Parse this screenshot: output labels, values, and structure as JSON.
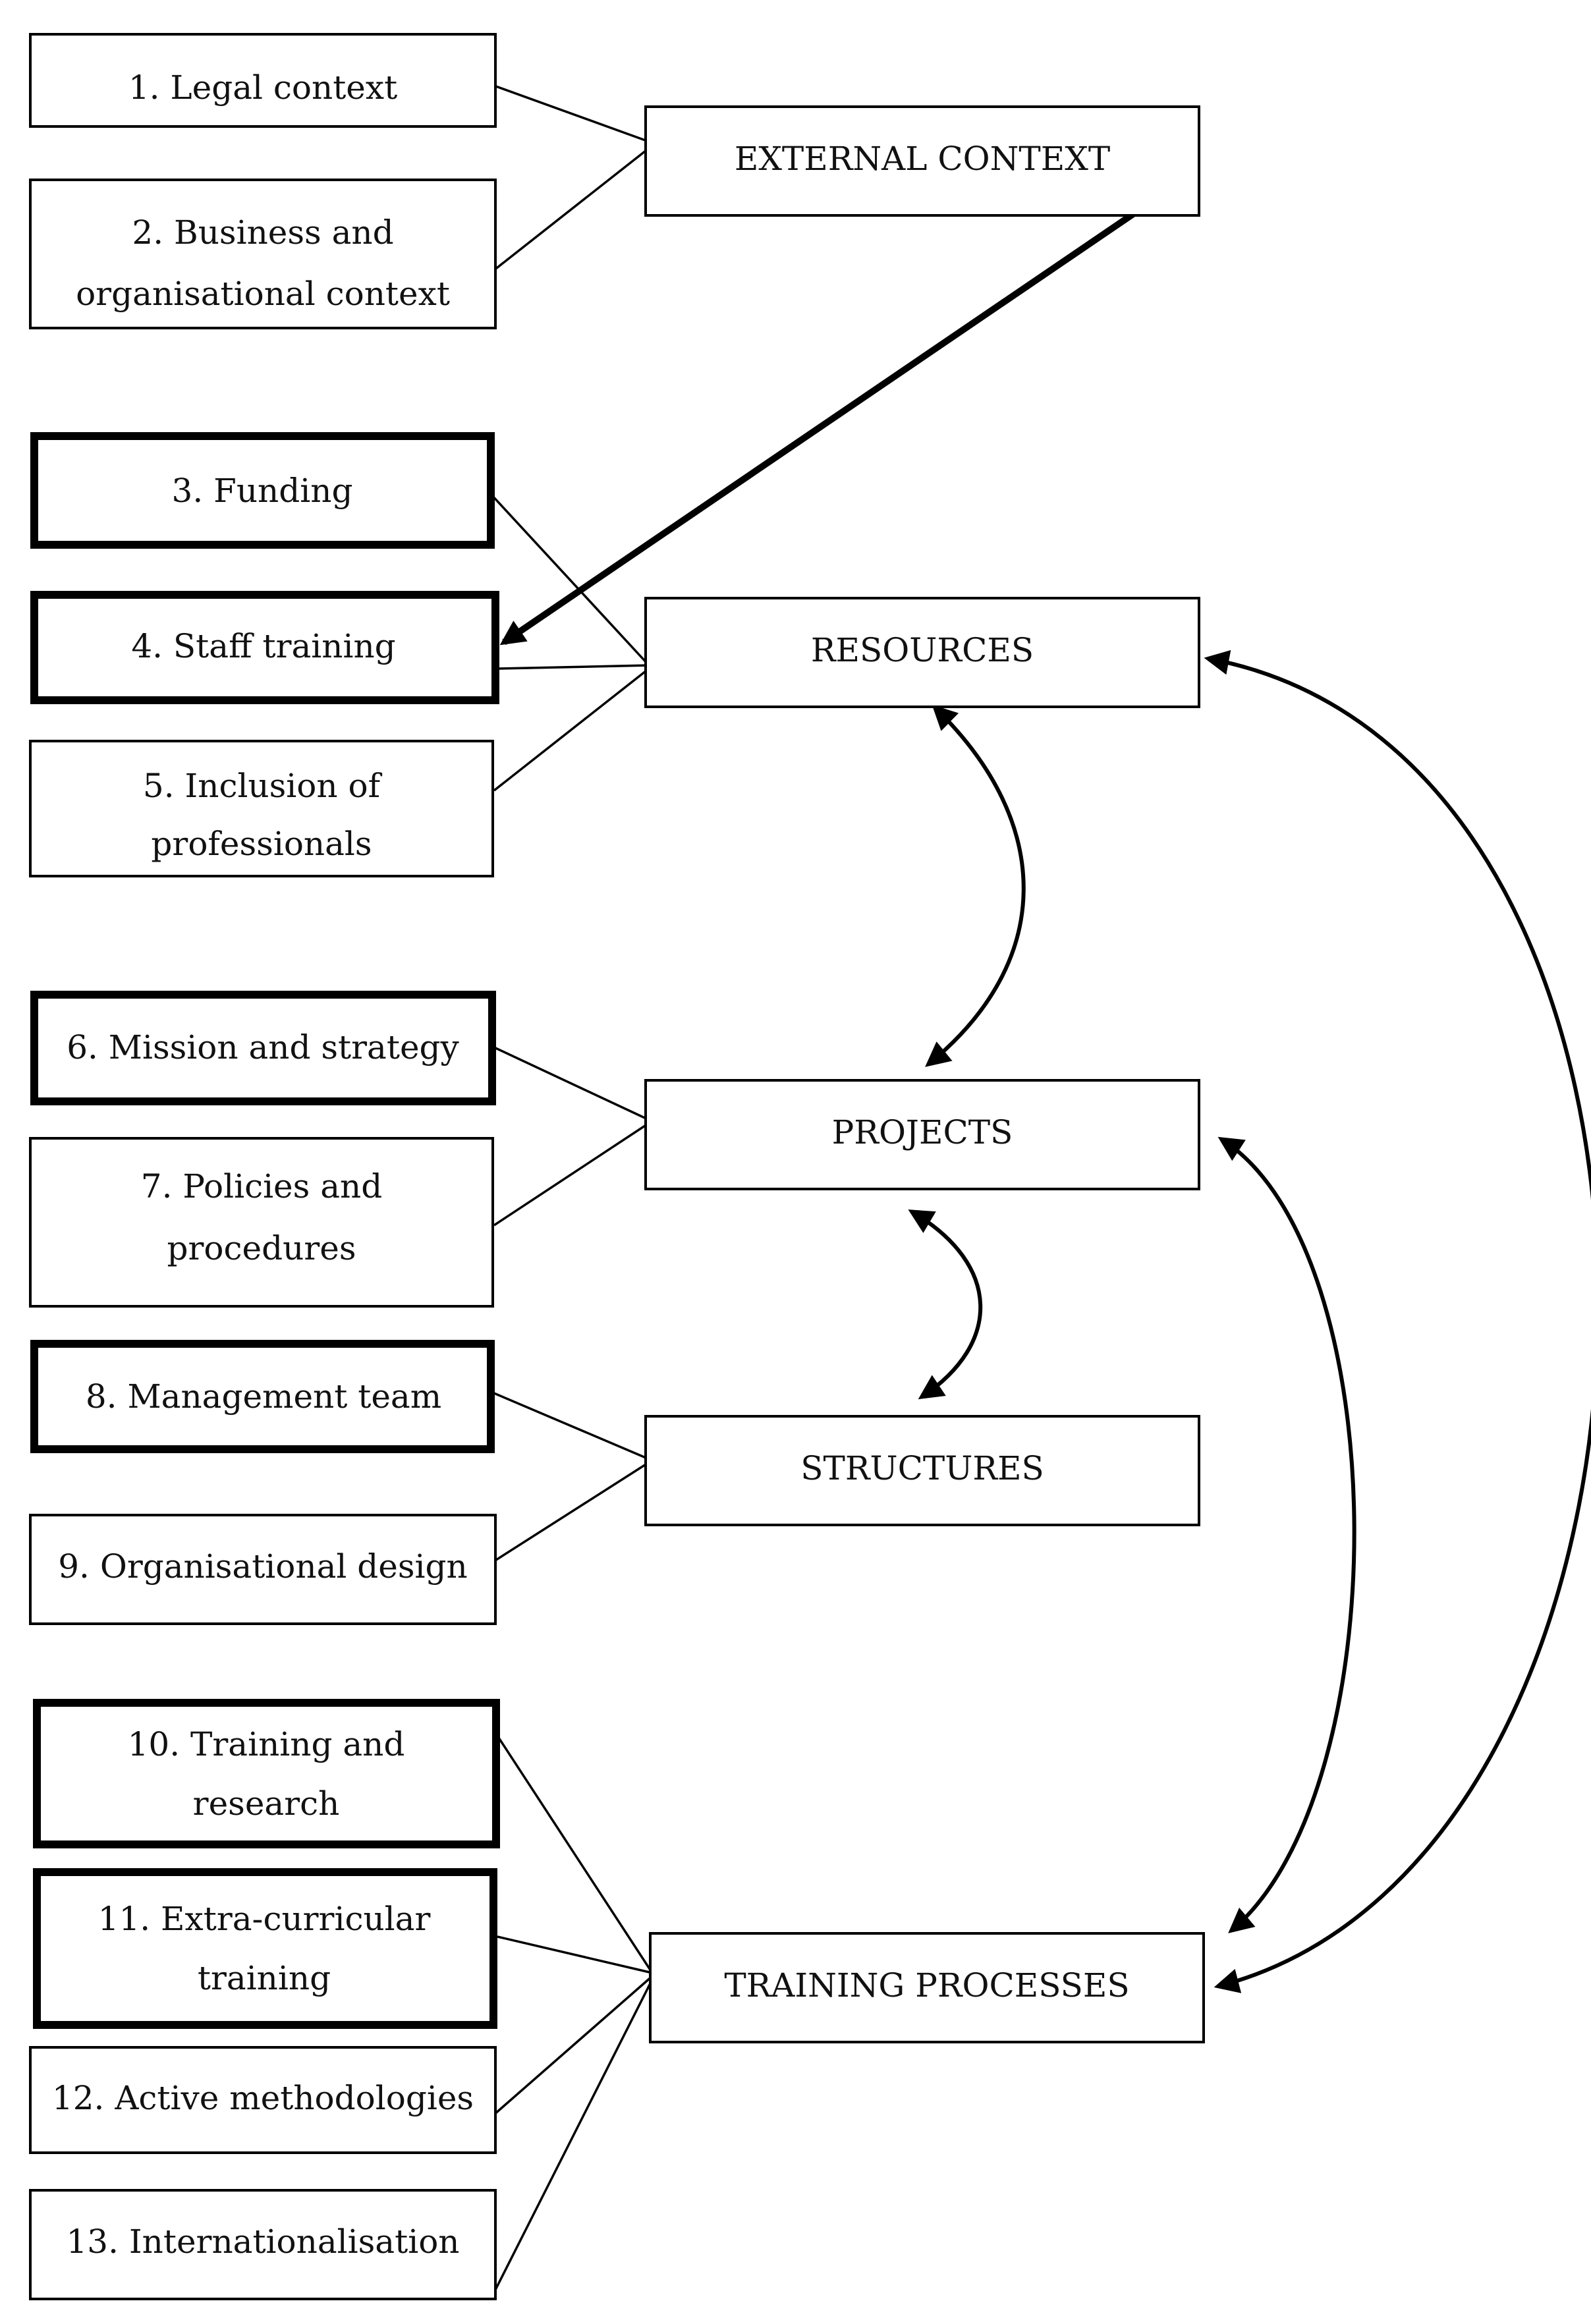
{
  "factors": [
    {
      "id": 1,
      "lines": [
        "1. Legal context"
      ]
    },
    {
      "id": 2,
      "lines": [
        "2. Business and",
        "organisational context"
      ]
    },
    {
      "id": 3,
      "lines": [
        "3. Funding"
      ]
    },
    {
      "id": 4,
      "lines": [
        "4. Staff training"
      ]
    },
    {
      "id": 5,
      "lines": [
        "5. Inclusion of",
        "professionals"
      ]
    },
    {
      "id": 6,
      "lines": [
        "6. Mission and strategy"
      ]
    },
    {
      "id": 7,
      "lines": [
        "7. Policies and",
        "procedures"
      ]
    },
    {
      "id": 8,
      "lines": [
        "8. Management team"
      ]
    },
    {
      "id": 9,
      "lines": [
        "9. Organisational design"
      ]
    },
    {
      "id": 10,
      "lines": [
        "10. Training and",
        "research"
      ]
    },
    {
      "id": 11,
      "lines": [
        "11. Extra-curricular",
        "training"
      ]
    },
    {
      "id": 12,
      "lines": [
        "12. Active methodologies"
      ]
    },
    {
      "id": 13,
      "lines": [
        "13. Internationalisation"
      ]
    }
  ],
  "categories": {
    "external": "EXTERNAL CONTEXT",
    "resources": "RESOURCES",
    "projects": "PROJECTS",
    "structures": "STRUCTURES",
    "training": "TRAINING PROCESSES"
  }
}
